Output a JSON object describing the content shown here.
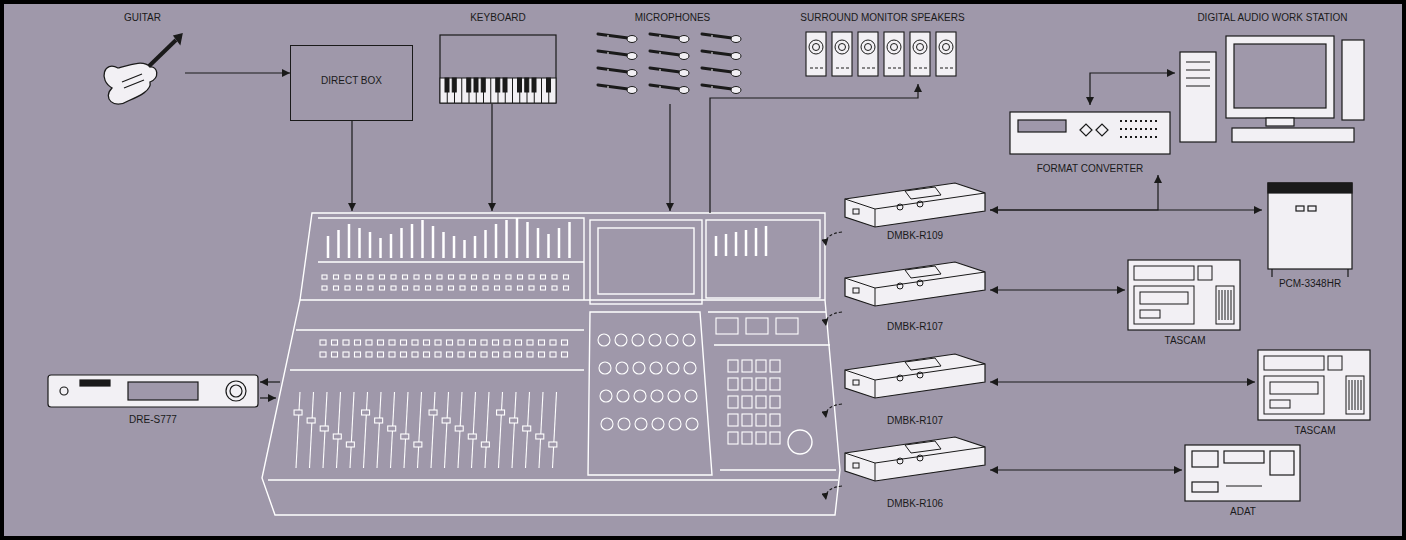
{
  "diagram": {
    "nodes": [
      {
        "text": [
          "GUITAR"
        ]
      },
      {
        "text": [
          "DIRECT BOX"
        ]
      },
      {
        "text": [
          "KEYBOARD"
        ]
      },
      {
        "text": [
          "MICROPHONES"
        ]
      },
      {
        "text": [
          "SURROUND MONITOR SPEAKERS"
        ]
      },
      {
        "text": [
          "DIGITAL AUDIO WORK STATION"
        ]
      },
      {
        "text": [
          "FORMAT CONVERTER"
        ]
      },
      {
        "text": [
          "DMBK-R109"
        ]
      },
      {
        "text": [
          "PCM-3348HR"
        ]
      },
      {
        "text": [
          "DMBK-R107"
        ]
      },
      {
        "text": [
          "TASCAM"
        ]
      },
      {
        "text": [
          "DMBK-R107"
        ]
      },
      {
        "text": [
          "TASCAM"
        ]
      },
      {
        "text": [
          "DMBK-R106"
        ]
      },
      {
        "text": [
          "ADAT"
        ]
      },
      {
        "text": [
          "DRE-S777"
        ]
      }
    ],
    "edges": [
      {
        "from": 0,
        "to": 1,
        "arrow": "to"
      },
      {
        "from": 5,
        "to": 6,
        "arrow": "both"
      },
      {
        "from": 7,
        "to": 6,
        "arrow": "to"
      },
      {
        "from": 7,
        "to": 8,
        "arrow": "both"
      },
      {
        "from": 9,
        "to": 10,
        "arrow": "both"
      },
      {
        "from": 11,
        "to": 12,
        "arrow": "both"
      },
      {
        "from": 13,
        "to": 14,
        "arrow": "both"
      }
    ]
  }
}
